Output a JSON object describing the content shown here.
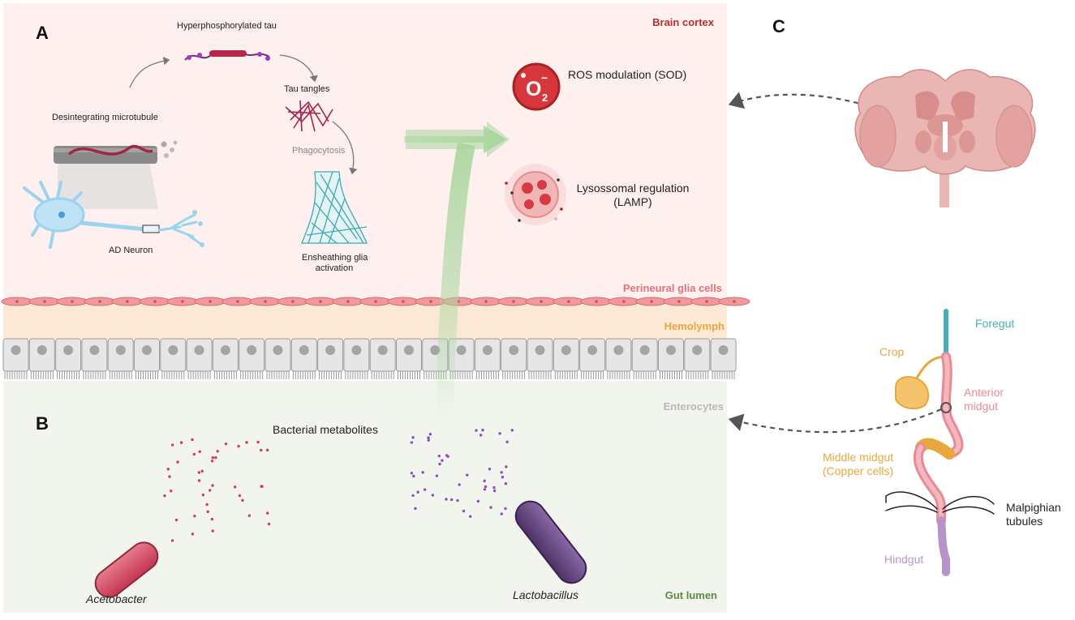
{
  "panels": {
    "a": "A",
    "b": "B",
    "c": "C"
  },
  "layers": {
    "brain_cortex": "Brain cortex",
    "perineural": "Perineural glia cells",
    "hemolymph": "Hemolymph",
    "enterocytes": "Enterocytes",
    "gut_lumen": "Gut lumen"
  },
  "panel_a": {
    "hyper_tau": "Hyperphosphorylated tau",
    "microtubule": "Desintegrating microtubule",
    "tau_tangles": "Tau tangles",
    "phagocytosis": "Phagocytosis",
    "neuron": "AD Neuron",
    "glia_line1": "Ensheathing glia",
    "glia_line2": "activation",
    "ros_label": "ROS modulation (SOD)",
    "ros_symbol": "O",
    "ros_sub": "2",
    "ros_sup": "−",
    "lamp_line1": "Lysossomal regulation",
    "lamp_line2": "(LAMP)"
  },
  "panel_b": {
    "metabolites": "Bacterial metabolites",
    "acetobacter": "Acetobacter",
    "lactobacillus": "Lactobacillus"
  },
  "panel_c": {
    "foregut": "Foregut",
    "crop": "Crop",
    "anterior_line1": "Anterior",
    "anterior_line2": "midgut",
    "middle_line1": "Middle midgut",
    "middle_line2": "(Copper cells)",
    "malpighian_line1": "Malpighian",
    "malpighian_line2": "tubules",
    "hindgut": "Hindgut"
  },
  "colors": {
    "brain_bg": "#fdf0ef",
    "hemolymph_bg": "#fbe9d6",
    "gut_bg": "#f2f5ee",
    "brain_label": "#b9302f",
    "perineural_label": "#e07377",
    "hemolymph_label": "#e8a73a",
    "enterocytes_label": "#b8b8b8",
    "gut_lumen_label": "#5b8a3c",
    "foregut": "#45aeb7",
    "crop": "#e8a73a",
    "anterior": "#ea8a95",
    "middle": "#e8a73a",
    "hindgut": "#b793c9",
    "acetobacter": "#d84a63",
    "lactobacillus": "#6b4a86",
    "arrow_green": "#a9d69d"
  }
}
